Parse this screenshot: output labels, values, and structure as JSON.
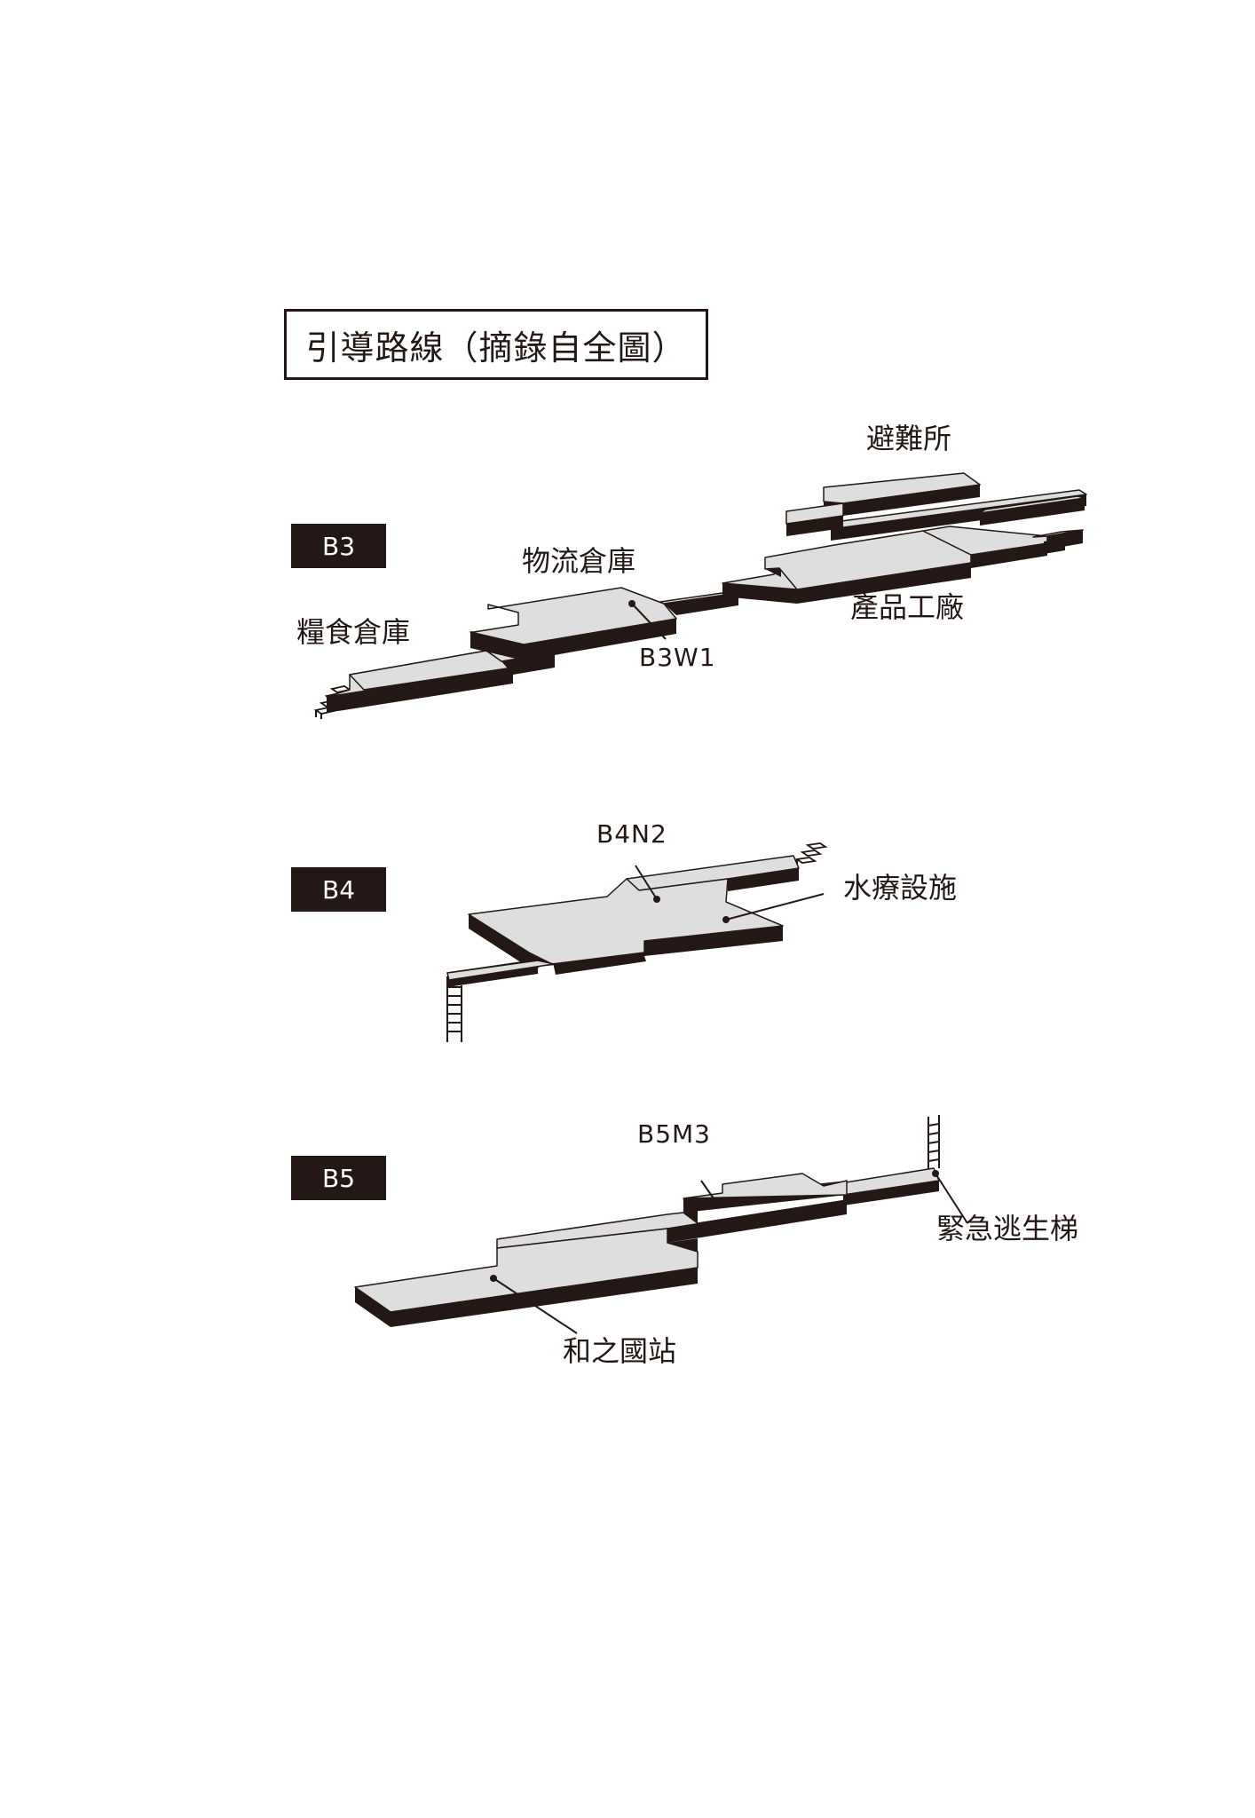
{
  "title": "引導路線（摘錄自全圖）",
  "levels": [
    {
      "badge": "B3",
      "labels": {
        "shelter": "避難所",
        "logistics_warehouse": "物流倉庫",
        "factory": "產品工廠",
        "food_warehouse": "糧食倉庫",
        "point": "B3W1"
      }
    },
    {
      "badge": "B4",
      "labels": {
        "point": "B4N2",
        "hydrotherapy": "水療設施"
      }
    },
    {
      "badge": "B5",
      "labels": {
        "point": "B5M3",
        "emergency_stairs": "緊急逃生梯",
        "station": "和之國站"
      }
    }
  ],
  "colors": {
    "ink": "#231815",
    "floor": "#dedede",
    "paper": "#ffffff"
  }
}
